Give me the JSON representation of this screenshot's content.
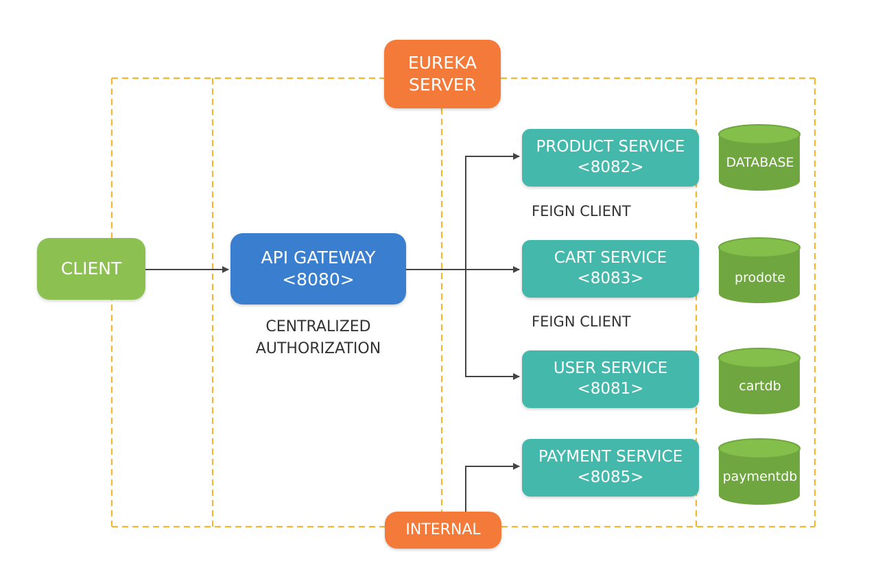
{
  "colors": {
    "client": "#8cc152",
    "gateway": "#3a7fcf",
    "eureka": "#f47a3a",
    "internal": "#f47a3a",
    "service": "#45b8ac",
    "database": "#6fa63f",
    "database_top": "#84bf4b",
    "boundary": "#f5b732",
    "arrow": "#444444"
  },
  "client": {
    "label": "CLIENT"
  },
  "gateway": {
    "line1": "API GATEWAY",
    "line2": "<8080>"
  },
  "authorization_label": {
    "line1": "CENTRALIZED",
    "line2": "AUTHORIZATION"
  },
  "eureka": {
    "line1": "EUREKA",
    "line2": "SERVER"
  },
  "internal": {
    "label": "INTERNAL"
  },
  "services": [
    {
      "name": "PRODUCT SERVICE",
      "port": "<8082>"
    },
    {
      "name": "CART SERVICE",
      "port": "<8083>"
    },
    {
      "name": "USER SERVICE",
      "port": "<8081>"
    },
    {
      "name": "PAYMENT SERVICE",
      "port": "<8085>"
    }
  ],
  "feign_labels": [
    "FEIGN CLIENT",
    "FEIGN CLIENT"
  ],
  "databases": [
    "DATABASE",
    "prodote",
    "cartdb",
    "paymentdb"
  ]
}
